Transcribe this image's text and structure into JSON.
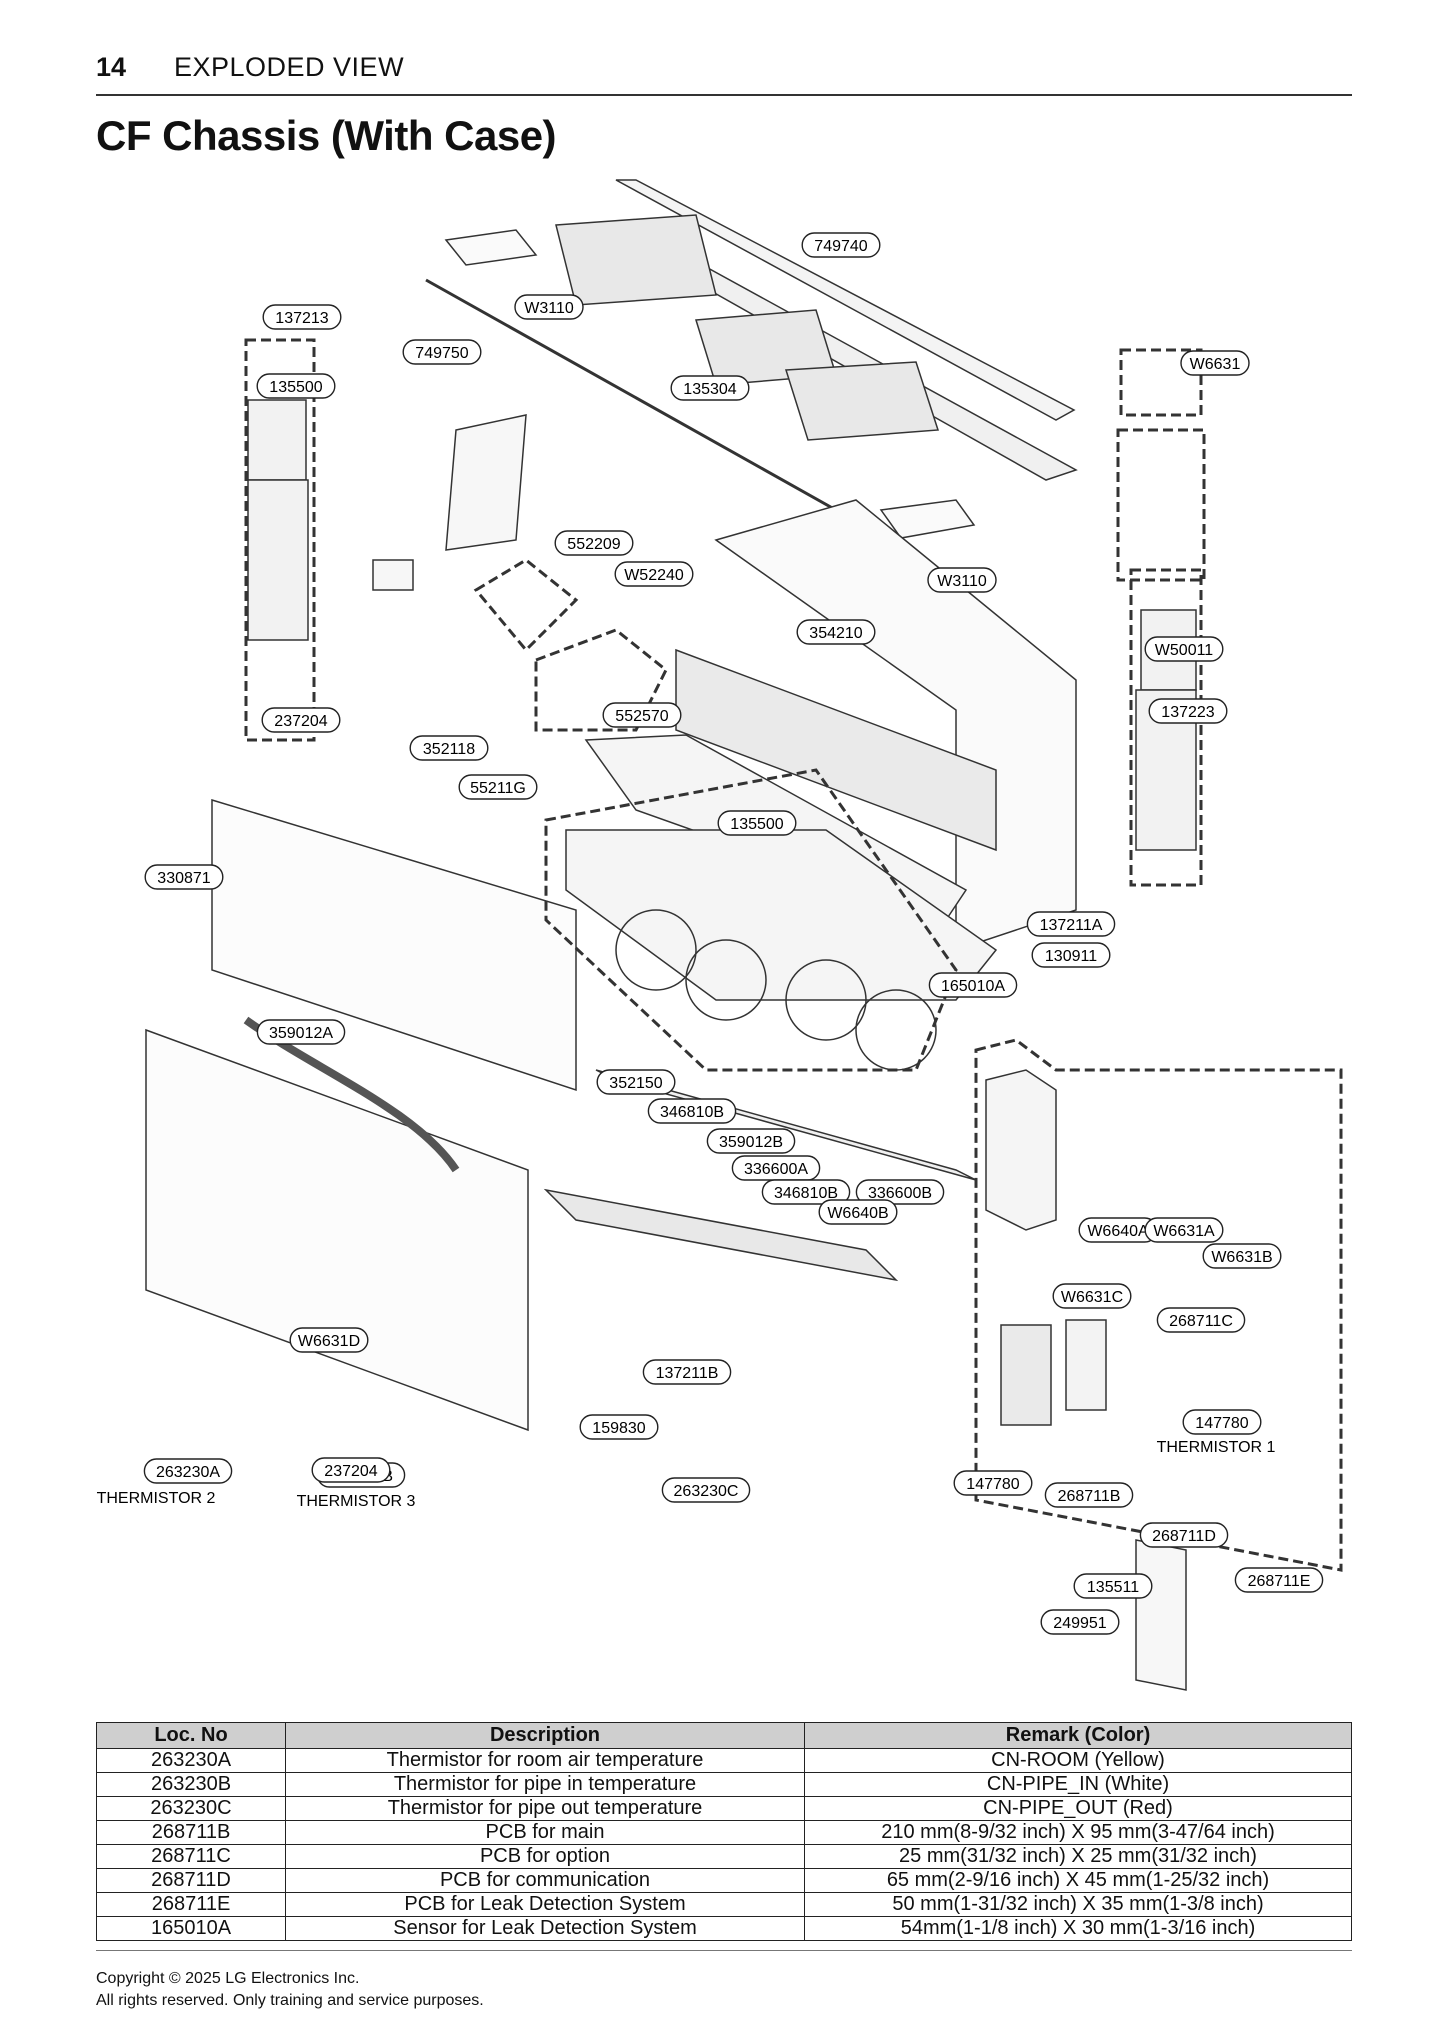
{
  "header": {
    "page_number": "14",
    "section": "EXPLODED VIEW"
  },
  "title": "CF Chassis (With Case)",
  "labels": [
    "749740",
    "W3110",
    "137213",
    "749750",
    "135304",
    "W6631",
    "135500",
    "552209",
    "W52240",
    "W3110",
    "354210",
    "W50011",
    "237204",
    "352118",
    "552570",
    "55211G",
    "137223",
    "135500",
    "330871",
    "137211A",
    "130911",
    "165010A",
    "359012A",
    "352150",
    "346810B",
    "359012B",
    "336600A",
    "346810B",
    "336600B",
    "W6640B",
    "W6640A",
    "W6631A",
    "W6631B",
    "W6631C",
    "268711C",
    "W6631D",
    "137211B",
    "159830",
    "147780",
    "263230A",
    "263230B",
    "263230C",
    "147780",
    "268711B",
    "268711D",
    "268711E",
    "249951",
    "135511",
    "237204"
  ],
  "notes": {
    "thermistor1": "THERMISTOR 1",
    "thermistor2": "THERMISTOR 2",
    "thermistor3": "THERMISTOR 3"
  },
  "table": {
    "headers": [
      "Loc. No",
      "Description",
      "Remark (Color)"
    ],
    "rows": [
      [
        "263230A",
        "Thermistor for room air temperature",
        "CN-ROOM (Yellow)"
      ],
      [
        "263230B",
        "Thermistor for pipe in temperature",
        "CN-PIPE_IN (White)"
      ],
      [
        "263230C",
        "Thermistor for pipe out temperature",
        "CN-PIPE_OUT (Red)"
      ],
      [
        "268711B",
        "PCB for main",
        "210 mm(8-9/32 inch) X 95 mm(3-47/64 inch)"
      ],
      [
        "268711C",
        "PCB for option",
        "25 mm(31/32 inch) X 25 mm(31/32 inch)"
      ],
      [
        "268711D",
        "PCB for communication",
        "65 mm(2-9/16 inch) X 45 mm(1-25/32 inch)"
      ],
      [
        "268711E",
        "PCB for Leak Detection System",
        "50 mm(1-31/32 inch) X 35 mm(1-3/8 inch)"
      ],
      [
        "165010A",
        "Sensor for Leak Detection System",
        "54mm(1-1/8 inch) X 30 mm(1-3/16 inch)"
      ]
    ]
  },
  "footer": {
    "line1": "Copyright © 2025 LG Electronics Inc.",
    "line2": "All rights reserved. Only training and service purposes."
  }
}
